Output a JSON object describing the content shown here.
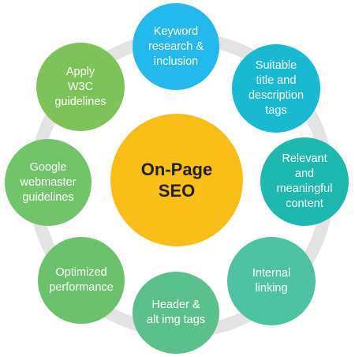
{
  "center": {
    "label": "On-Page\nSEO",
    "color": "#fbbd18"
  },
  "nodes": [
    {
      "label": "Keyword\nresearch &\ninclusion",
      "color": "#25b8ea"
    },
    {
      "label": "Suitable\ntitle and\ndescription\ntags",
      "color": "#1ab9d3"
    },
    {
      "label": "Relevant\nand\nmeaningful\ncontent",
      "color": "#1fb8ae"
    },
    {
      "label": "Internal\nlinking",
      "color": "#4dc3a3"
    },
    {
      "label": "Header &\nalt img tags",
      "color": "#5cc08a"
    },
    {
      "label": "Optimized\nperformance",
      "color": "#6cc26b"
    },
    {
      "label": "Google\nwebmaster\nguidelines",
      "color": "#72c46a"
    },
    {
      "label": "Apply\nW3C\nguidelines",
      "color": "#7cc35a"
    }
  ],
  "ring_color": "#e3e3e3"
}
